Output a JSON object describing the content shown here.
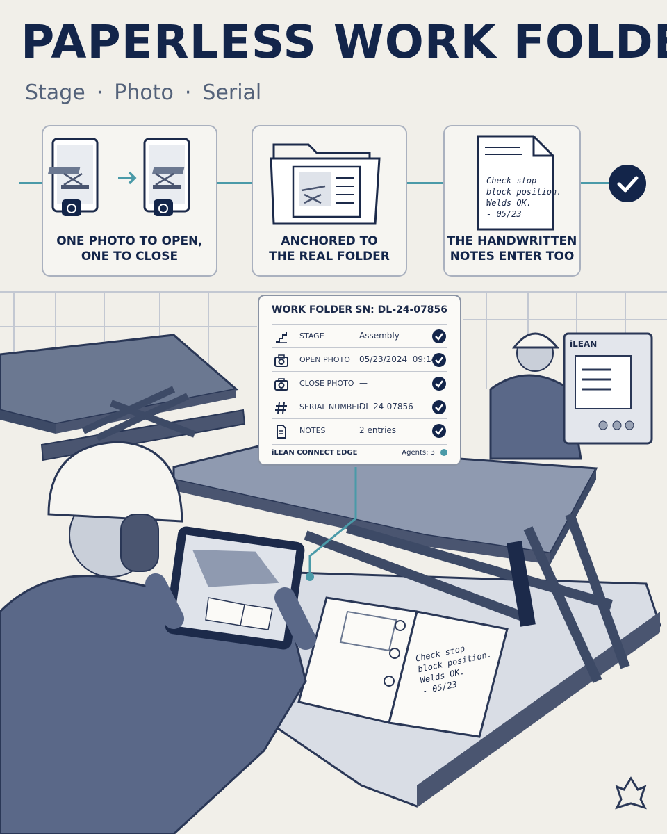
{
  "title": "PAPERLESS WORK FOLDER",
  "subtitle": {
    "items": [
      "Stage",
      "Photo",
      "Serial"
    ],
    "separator": "·"
  },
  "steps": [
    {
      "line1": "ONE PHOTO TO OPEN,",
      "line2": "ONE TO CLOSE"
    },
    {
      "line1": "ANCHORED TO",
      "line2": "THE REAL FOLDER"
    },
    {
      "line1": "THE HANDWRITTEN",
      "line2": "NOTES ENTER TOO"
    }
  ],
  "handwritten_note": [
    "Check stop",
    "block position.",
    "Welds OK.",
    "- 05/23"
  ],
  "work_folder": {
    "title": "WORK FOLDER",
    "serial_header": "SN: DL-24-07856",
    "rows": [
      {
        "icon": "stairs-icon",
        "label": "STAGE",
        "value": "Assembly"
      },
      {
        "icon": "camera-icon",
        "label": "OPEN PHOTO",
        "value": "05/23/2024  09:14"
      },
      {
        "icon": "camera-icon",
        "label": "CLOSE PHOTO",
        "value": "—"
      },
      {
        "icon": "hash-icon",
        "label": "SERIAL NUMBER",
        "value": "DL-24-07856"
      },
      {
        "icon": "document-icon",
        "label": "NOTES",
        "value": "2 entries"
      }
    ],
    "footer_brand": "iLEAN CONNECT EDGE",
    "agents": "Agents: 3"
  },
  "kiosk_brand": "iLEAN",
  "colors": {
    "navy": "#13254a",
    "teal": "#4a9aa8",
    "paper": "#f1efe9",
    "steel": "#6b7891"
  }
}
